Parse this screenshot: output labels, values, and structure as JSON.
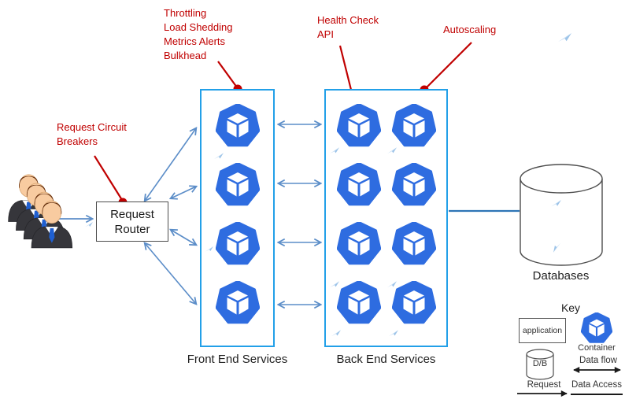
{
  "annotations": {
    "throttling": {
      "text": "Throttling\nLoad Shedding\nMetrics Alerts\nBulkhead"
    },
    "circuit_breakers": {
      "text": "Request Circuit\nBreakers"
    },
    "health_check": {
      "text": "Health Check\nAPI"
    },
    "autoscaling": {
      "text": "Autoscaling"
    }
  },
  "nodes": {
    "request_router": {
      "label": "Request\nRouter"
    },
    "front_end": {
      "label": "Front End Services",
      "container_count": 4
    },
    "back_end": {
      "label": "Back End Services",
      "container_count": 8
    },
    "databases": {
      "label": "Databases"
    }
  },
  "key": {
    "title": "Key",
    "application_label": "application",
    "container_label": "Container",
    "db_label": "D/B",
    "data_flow_label": "Data flow",
    "request_label": "Request",
    "data_access_label": "Data Access"
  },
  "icons": {
    "users-icon": "stack of four business people",
    "container-icon": "blue heptagon with white cube (container)",
    "database-icon": "cylinder",
    "paper-plane-icon": "small light blue paper plane decoration"
  },
  "colors": {
    "annotation_red": "#C00000",
    "service_box_border": "#22A0E8",
    "container_blue": "#2E6CE0",
    "arrow_blue": "#5B8DC8",
    "db_link_blue": "#2E75B6",
    "key_arrow_black": "#1A1A1A"
  }
}
